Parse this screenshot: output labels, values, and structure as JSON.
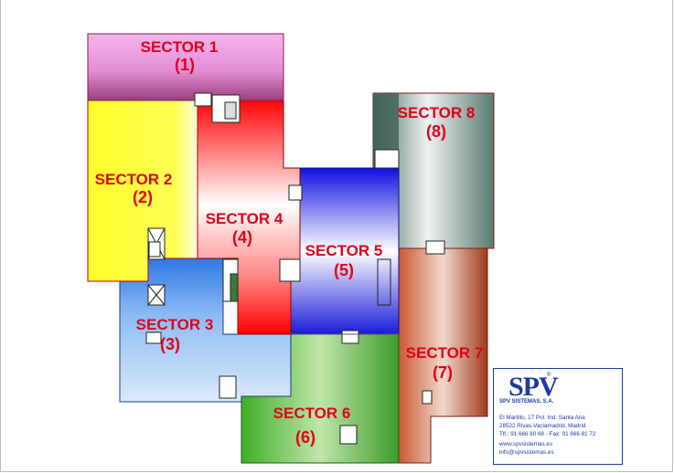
{
  "sectors": [
    {
      "name": "SECTOR 1",
      "num": "(1)"
    },
    {
      "name": "SECTOR 2",
      "num": "(2)"
    },
    {
      "name": "SECTOR 3",
      "num": "(3)"
    },
    {
      "name": "SECTOR 4",
      "num": "(4)"
    },
    {
      "name": "SECTOR 5",
      "num": "(5)"
    },
    {
      "name": "SECTOR 6",
      "num": "(6)"
    },
    {
      "name": "SECTOR 7",
      "num": "(7)"
    },
    {
      "name": "SECTOR 8",
      "num": "(8)"
    }
  ],
  "colors": {
    "sector1": "#d67fc9",
    "sector2": "#ffff33",
    "sector3": "#3f7fe0",
    "sector4": "#ff1a1a",
    "sector5": "#2222dd",
    "sector6": "#52b234",
    "sector7": "#b34a2a",
    "sector8": "#3f5f55",
    "label": "#e0001a",
    "brand": "#1c3aa0"
  },
  "logo": {
    "mark": "SPV",
    "registered": "®",
    "company": "SPV SISTEMAS, S.A.",
    "address1": "El Martillo, 17 Pol. Ind. Santa Ana",
    "address2": "28522 Rivas-Vaciamadrid. Madrid",
    "phone": "Tlf.: 91 666 80 68 - Fax: 91 666 81 72",
    "web": "www.spvsistemas.es",
    "email": "info@spvsistemas.es"
  }
}
